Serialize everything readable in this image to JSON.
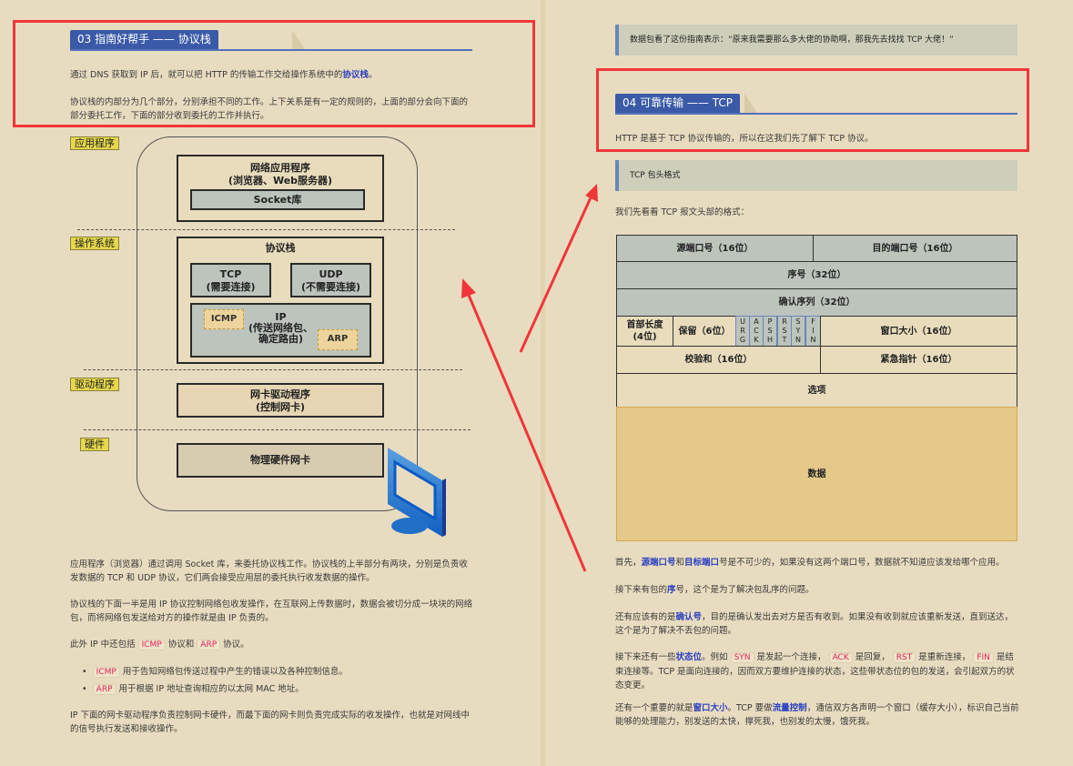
{
  "left": {
    "section_title": "03 指南好帮手 —— 协议栈",
    "intro": [
      {
        "t": "通过 DNS 获取到 IP 后，就可以把 HTTP 的传输工作交给操作系统中的"
      },
      {
        "t": "协议栈",
        "s": "hl"
      },
      {
        "t": "。"
      }
    ],
    "para2": [
      {
        "t": "协议栈的内部分为几个部分，分别承担不同的工作。上下关系是有一定的规则的，上面的部分会向下面的部分委托工作，下面的部分收到委托的工作并执行。"
      }
    ],
    "diagram": {
      "layers": [
        "应用程序",
        "操作系统",
        "驱动程序",
        "硬件"
      ],
      "app_box": "网络应用程序\n(浏览器、Web服务器)",
      "socket": "Socket库",
      "stack_title": "协议栈",
      "tcp": "TCP\n(需要连接)",
      "udp": "UDP\n(不需要连接)",
      "ip": "IP\n(传送网络包、\n确定路由)",
      "icmp": "ICMP",
      "arp": "ARP",
      "driver": "网卡驱动程序\n(控制网卡)",
      "hardware": "物理硬件网卡"
    },
    "para3": [
      {
        "t": "应用程序（浏览器）通过调用 Socket 库，来委托协议栈工作。协议栈的上半部分有两块，分别是负责收发数据的 TCP 和 UDP 协议，它们两会接受应用层的委托执行收发数据的操作。"
      }
    ],
    "para4": [
      {
        "t": "协议栈的下面一半是用 IP 协议控制网络包收发操作，在互联网上传数据时，数据会被切分成一块块的网络包，而将网络包发送给对方的操作就是由 IP 负责的。"
      }
    ],
    "para5": [
      {
        "t": "此外 IP 中还包括 "
      },
      {
        "t": "ICMP",
        "s": "code"
      },
      {
        "t": " 协议和 "
      },
      {
        "t": "ARP",
        "s": "code"
      },
      {
        "t": " 协议。"
      }
    ],
    "bullet1": [
      {
        "t": "ICMP",
        "s": "code"
      },
      {
        "t": " 用于告知网络包传送过程中产生的错误以及各种控制信息。"
      }
    ],
    "bullet2": [
      {
        "t": "ARP",
        "s": "code"
      },
      {
        "t": " 用于根据 IP 地址查询相应的以太网 MAC 地址。"
      }
    ],
    "para6": [
      {
        "t": "IP 下面的网卡驱动程序负责控制网卡硬件，而最下面的网卡则负责完成实际的收发操作，也就是对网线中的信号执行发送和接收操作。"
      }
    ]
  },
  "right": {
    "quote": "数据包看了这份指南表示：“原来我需要那么多大佬的协助啊，那我先去找找 TCP 大佬！”",
    "section_title": "04 可靠传输 —— TCP",
    "intro": [
      {
        "t": "HTTP 是基于 TCP 协议传输的，所以在这我们先了解下 TCP 协议。"
      }
    ],
    "subheading": "TCP 包头格式",
    "lead": [
      {
        "t": "我们先看看 TCP 报文头部的格式："
      }
    ],
    "header": {
      "src_port": "源端口号（16位）",
      "dst_port": "目的端口号（16位）",
      "seq": "序号（32位）",
      "ack": "确认序列（32位）",
      "hdr_len": "首部长度\n(4位)",
      "reserved": "保留（6位）",
      "flags": [
        "U\nR\nG",
        "A\nC\nK",
        "P\nS\nH",
        "R\nS\nT",
        "S\nY\nN",
        "F\nI\nN"
      ],
      "window": "窗口大小（16位）",
      "checksum": "校验和（16位）",
      "urgent": "紧急指针（16位）",
      "options": "选项",
      "data": "数据"
    },
    "p1": [
      {
        "t": "首先，"
      },
      {
        "t": "源端口号",
        "s": "hl"
      },
      {
        "t": "和"
      },
      {
        "t": "目标端口",
        "s": "hl"
      },
      {
        "t": "号是不可少的，如果没有这两个端口号，数据就不知道应该发给哪个应用。"
      }
    ],
    "p2": [
      {
        "t": "接下来有包的"
      },
      {
        "t": "序",
        "s": "hl"
      },
      {
        "t": "号，这个是为了解决包乱序的问题。"
      }
    ],
    "p3": [
      {
        "t": "还有应该有的是"
      },
      {
        "t": "确认号",
        "s": "hl"
      },
      {
        "t": "，目的是确认发出去对方是否有收到。如果没有收到就应该重新发送，直到送达，这个是为了解决不丢包的问题。"
      }
    ],
    "p4": [
      {
        "t": "接下来还有一些"
      },
      {
        "t": "状态位",
        "s": "hl"
      },
      {
        "t": "。例如 "
      },
      {
        "t": "SYN",
        "s": "code"
      },
      {
        "t": " 是发起一个连接， "
      },
      {
        "t": "ACK",
        "s": "code"
      },
      {
        "t": " 是回复， "
      },
      {
        "t": "RST",
        "s": "code"
      },
      {
        "t": " 是重新连接， "
      },
      {
        "t": "FIN",
        "s": "code"
      },
      {
        "t": " 是结束连接等。TCP 是面向连接的，因而双方要维护连接的状态，这些带状态位的包的发送，会引起双方的状态变更。"
      }
    ],
    "p5": [
      {
        "t": "还有一个重要的就是"
      },
      {
        "t": "窗口大小",
        "s": "hl"
      },
      {
        "t": "。TCP 要做"
      },
      {
        "t": "流量控制",
        "s": "hl"
      },
      {
        "t": "，通信双方各声明一个窗口（缓存大小），标识自己当前能够的处理能力，别发送的太快，撑死我，也别发的太慢，饿死我。"
      }
    ]
  },
  "colors": {
    "accent": "#3a5aa8",
    "highlight": "#f0363a",
    "page": "#e8dcc0"
  }
}
